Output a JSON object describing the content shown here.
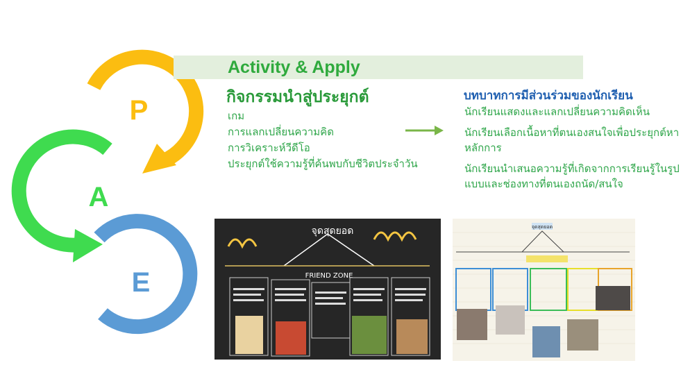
{
  "cycle": {
    "letters": [
      "P",
      "A",
      "E"
    ],
    "colors": {
      "p": "#fbbd11",
      "a": "#3fdb4f",
      "e": "#5b9bd5"
    }
  },
  "banner": {
    "title": "Activity & Apply",
    "color": "#e3efdd"
  },
  "subtitle": "กิจกรรมนำสู่ประยุกต์",
  "activities": [
    "เกม",
    "การแลกเปลี่ยนความคิด",
    "การวิเคราะห์วีดีโอ",
    "ประยุกต์ใช้ความรู้ที่ค้นพบกับชีวิตประจำวัน"
  ],
  "roles": {
    "title": "บทบาทการมีส่วนร่วมของนักเรียน",
    "items": [
      "นักเรียนแสดงและแลกเปลี่ยนความคิดเห็น",
      "นักเรียนเลือกเนื้อหาที่ตนเองสนใจเพื่อประยุกต์หาหลักการ",
      "นักเรียนนำเสนอความรู้ที่เกิดจากการเรียนรู้ในรูปแบบและช่องทางที่ตนเองถนัด/สนใจ"
    ]
  },
  "photos": {
    "chalkboard": {
      "heading": "จุดสุดยอด",
      "movie": "FRIEND ZONE"
    },
    "worksheet": {
      "heading": "จุดสุดยอด"
    }
  }
}
